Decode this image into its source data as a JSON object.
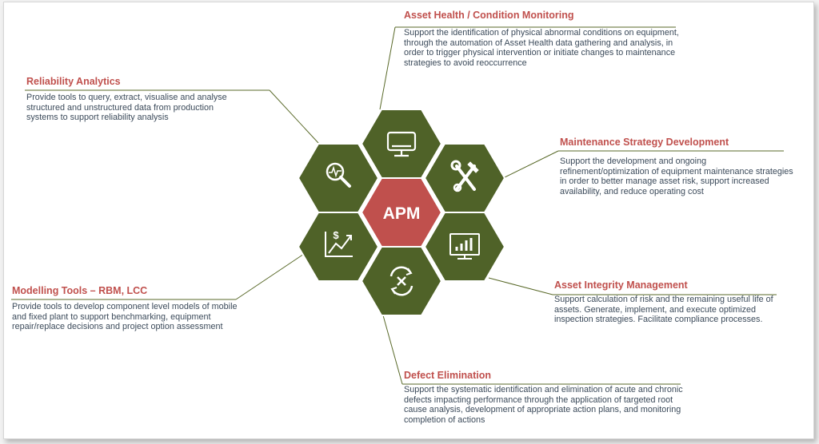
{
  "center": {
    "label": "APM"
  },
  "colors": {
    "hex_green": "#4f6228",
    "hex_red": "#c0504d",
    "title_red": "#c0504d",
    "body_text": "#3b4a5a",
    "connector": "#5a6a2a"
  },
  "icons": [
    "monitor-icon",
    "tools-icon",
    "dashboard-chart-icon",
    "cycle-cancel-icon",
    "dollar-growth-chart-icon",
    "magnifier-pulse-icon"
  ],
  "capabilities": [
    {
      "id": "asset-health",
      "title": "Asset Health / Condition Monitoring",
      "description": "Support the identification of physical abnormal conditions on equipment, through the automation of Asset Health data gathering and analysis, in order to trigger physical intervention or initiate changes to maintenance strategies to avoid reoccurrence"
    },
    {
      "id": "maintenance-strategy",
      "title": "Maintenance Strategy Development",
      "description": "Support the development and ongoing refinement/optimization of equipment maintenance strategies in order to better manage asset risk, support increased availability, and reduce operating cost"
    },
    {
      "id": "asset-integrity",
      "title": "Asset Integrity Management",
      "description": "Support calculation of risk and the remaining useful life of assets.  Generate, implement, and execute optimized inspection strategies.  Facilitate compliance processes."
    },
    {
      "id": "defect-elimination",
      "title": "Defect Elimination",
      "description": "Support the systematic identification and elimination of acute and chronic defects impacting performance through the application of targeted root cause analysis, development of appropriate action plans, and monitoring completion of actions"
    },
    {
      "id": "modelling-tools",
      "title": "Modelling Tools – RBM, LCC",
      "description": "Provide tools to develop component level models of mobile and fixed plant to support benchmarking, equipment repair/replace decisions and project option assessment"
    },
    {
      "id": "reliability-analytics",
      "title": "Reliability Analytics",
      "description": "Provide tools to query, extract, visualise and analyse structured and unstructured data from production systems to support reliability analysis"
    }
  ]
}
